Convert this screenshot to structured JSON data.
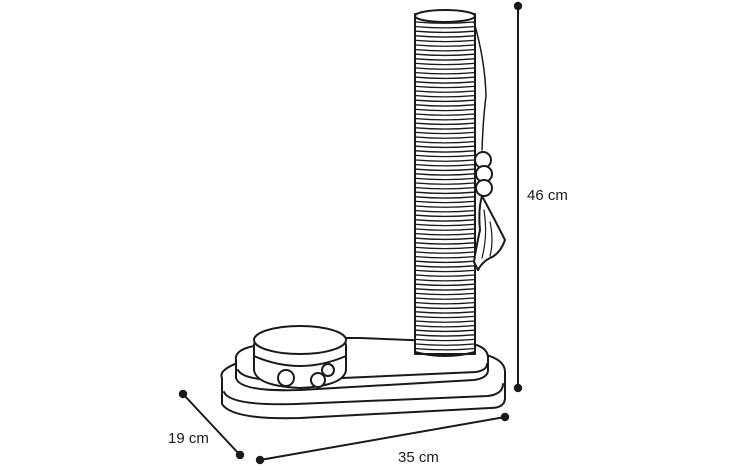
{
  "dimensions": {
    "height": "46 cm",
    "width": "35 cm",
    "depth": "19 cm"
  },
  "colors": {
    "line": "#1a1a1a",
    "background": "#ffffff",
    "fill": "#ffffff"
  }
}
